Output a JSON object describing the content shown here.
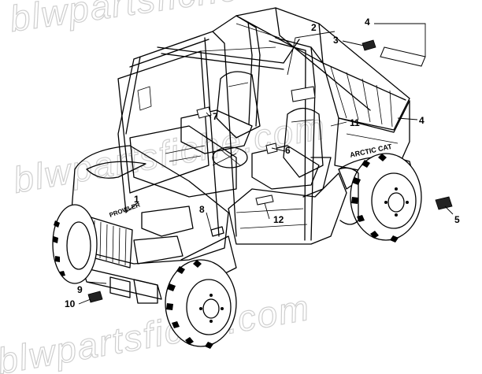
{
  "watermark": {
    "text_top": "blwpartsfiche",
    "text_mid": "blwpartsfiche.com",
    "text_bottom": "blwpartsfiche.com"
  },
  "callouts": [
    {
      "id": "c1",
      "label": "1"
    },
    {
      "id": "c2",
      "label": "2"
    },
    {
      "id": "c3",
      "label": "3"
    },
    {
      "id": "c4a",
      "label": "4"
    },
    {
      "id": "c4b",
      "label": "4"
    },
    {
      "id": "c5",
      "label": "5"
    },
    {
      "id": "c6",
      "label": "6"
    },
    {
      "id": "c7",
      "label": "7"
    },
    {
      "id": "c8",
      "label": "8"
    },
    {
      "id": "c9",
      "label": "9"
    },
    {
      "id": "c10",
      "label": "10"
    },
    {
      "id": "c11",
      "label": "11"
    },
    {
      "id": "c12",
      "label": "12"
    }
  ],
  "decal_text": {
    "hood_brand": "PROWLER",
    "bed_brand": "ARCTIC CAT"
  }
}
